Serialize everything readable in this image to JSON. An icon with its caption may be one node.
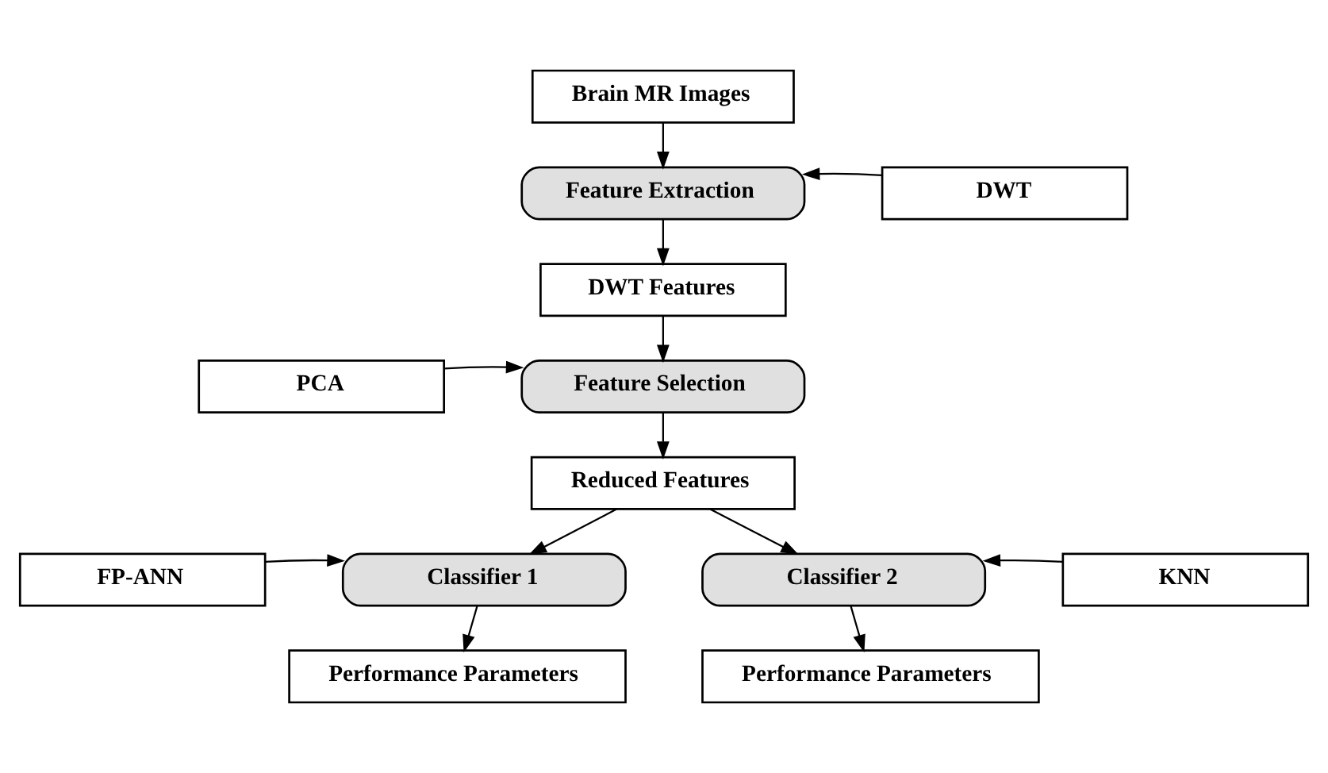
{
  "diagram": {
    "nodes": [
      {
        "text": [
          "Brain MR Images"
        ]
      },
      {
        "text": [
          "Feature Extraction"
        ]
      },
      {
        "text": [
          "DWT"
        ]
      },
      {
        "text": [
          "DWT Features"
        ]
      },
      {
        "text": [
          "PCA"
        ]
      },
      {
        "text": [
          "Feature Selection"
        ]
      },
      {
        "text": [
          "Reduced Features"
        ]
      },
      {
        "text": [
          "FP-ANN"
        ]
      },
      {
        "text": [
          "Classifier 1"
        ]
      },
      {
        "text": [
          "Classifier 2"
        ]
      },
      {
        "text": [
          "KNN"
        ]
      },
      {
        "text": [
          "Performance Parameters"
        ]
      },
      {
        "text": [
          "Performance Parameters"
        ]
      }
    ],
    "edges": [
      {
        "from": 0,
        "to": 1,
        "arrow": "to"
      },
      {
        "from": 2,
        "to": 1,
        "arrow": "to"
      },
      {
        "from": 1,
        "to": 3,
        "arrow": "to"
      },
      {
        "from": 3,
        "to": 5,
        "arrow": "to"
      },
      {
        "from": 4,
        "to": 5,
        "arrow": "to"
      },
      {
        "from": 5,
        "to": 6,
        "arrow": "to"
      },
      {
        "from": 6,
        "to": 8,
        "arrow": "to"
      },
      {
        "from": 6,
        "to": 9,
        "arrow": "to"
      },
      {
        "from": 7,
        "to": 8,
        "arrow": "to"
      },
      {
        "from": 10,
        "to": 9,
        "arrow": "to"
      },
      {
        "from": 8,
        "to": 11,
        "arrow": "to"
      },
      {
        "from": 9,
        "to": 12,
        "arrow": "to"
      }
    ]
  }
}
